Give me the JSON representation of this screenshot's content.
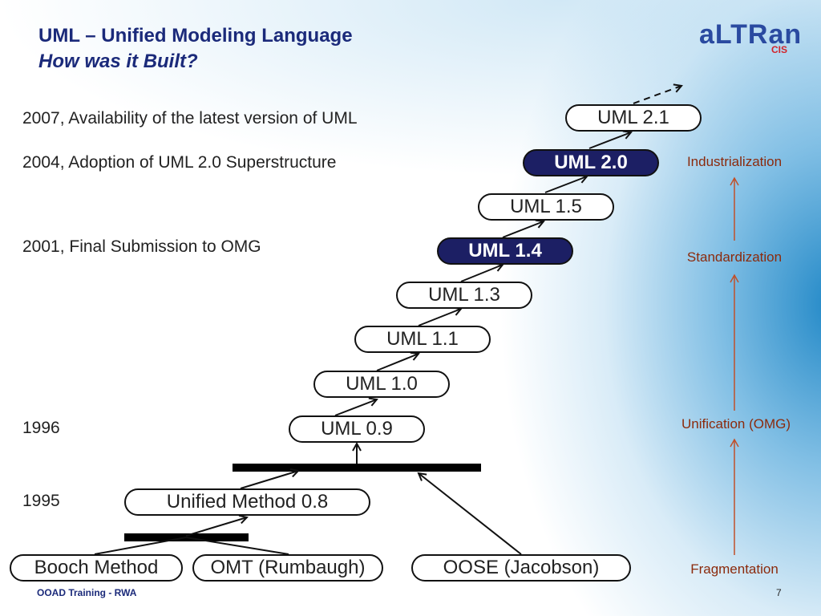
{
  "header": {
    "title": "UML – Unified Modeling Language",
    "subtitle": "How was it Built?"
  },
  "logo": {
    "text": "aLTRan",
    "sub": "CIS"
  },
  "events": [
    "2007, Availability of the latest version of UML",
    "2004, Adoption of UML 2.0 Superstructure",
    "2001, Final Submission to OMG",
    "1996",
    "1995"
  ],
  "versions": [
    "UML 2.1",
    "UML 2.0",
    "UML 1.5",
    "UML 1.4",
    "UML 1.3",
    "UML 1.1",
    "UML 1.0",
    "UML 0.9",
    "Unified Method 0.8"
  ],
  "methods": [
    "Booch Method",
    "OMT (Rumbaugh)",
    "OOSE (Jacobson)"
  ],
  "stages": [
    "Industrialization",
    "Standardization",
    "Unification (OMG)",
    "Fragmentation"
  ],
  "footer": {
    "left": "OOAD Training - RWA",
    "page": "7"
  },
  "colors": {
    "title": "#1b2a7a",
    "highlight_box": "#1c1f64",
    "stage_text": "#8b2a0c",
    "stage_arrow": "#c0502a"
  }
}
